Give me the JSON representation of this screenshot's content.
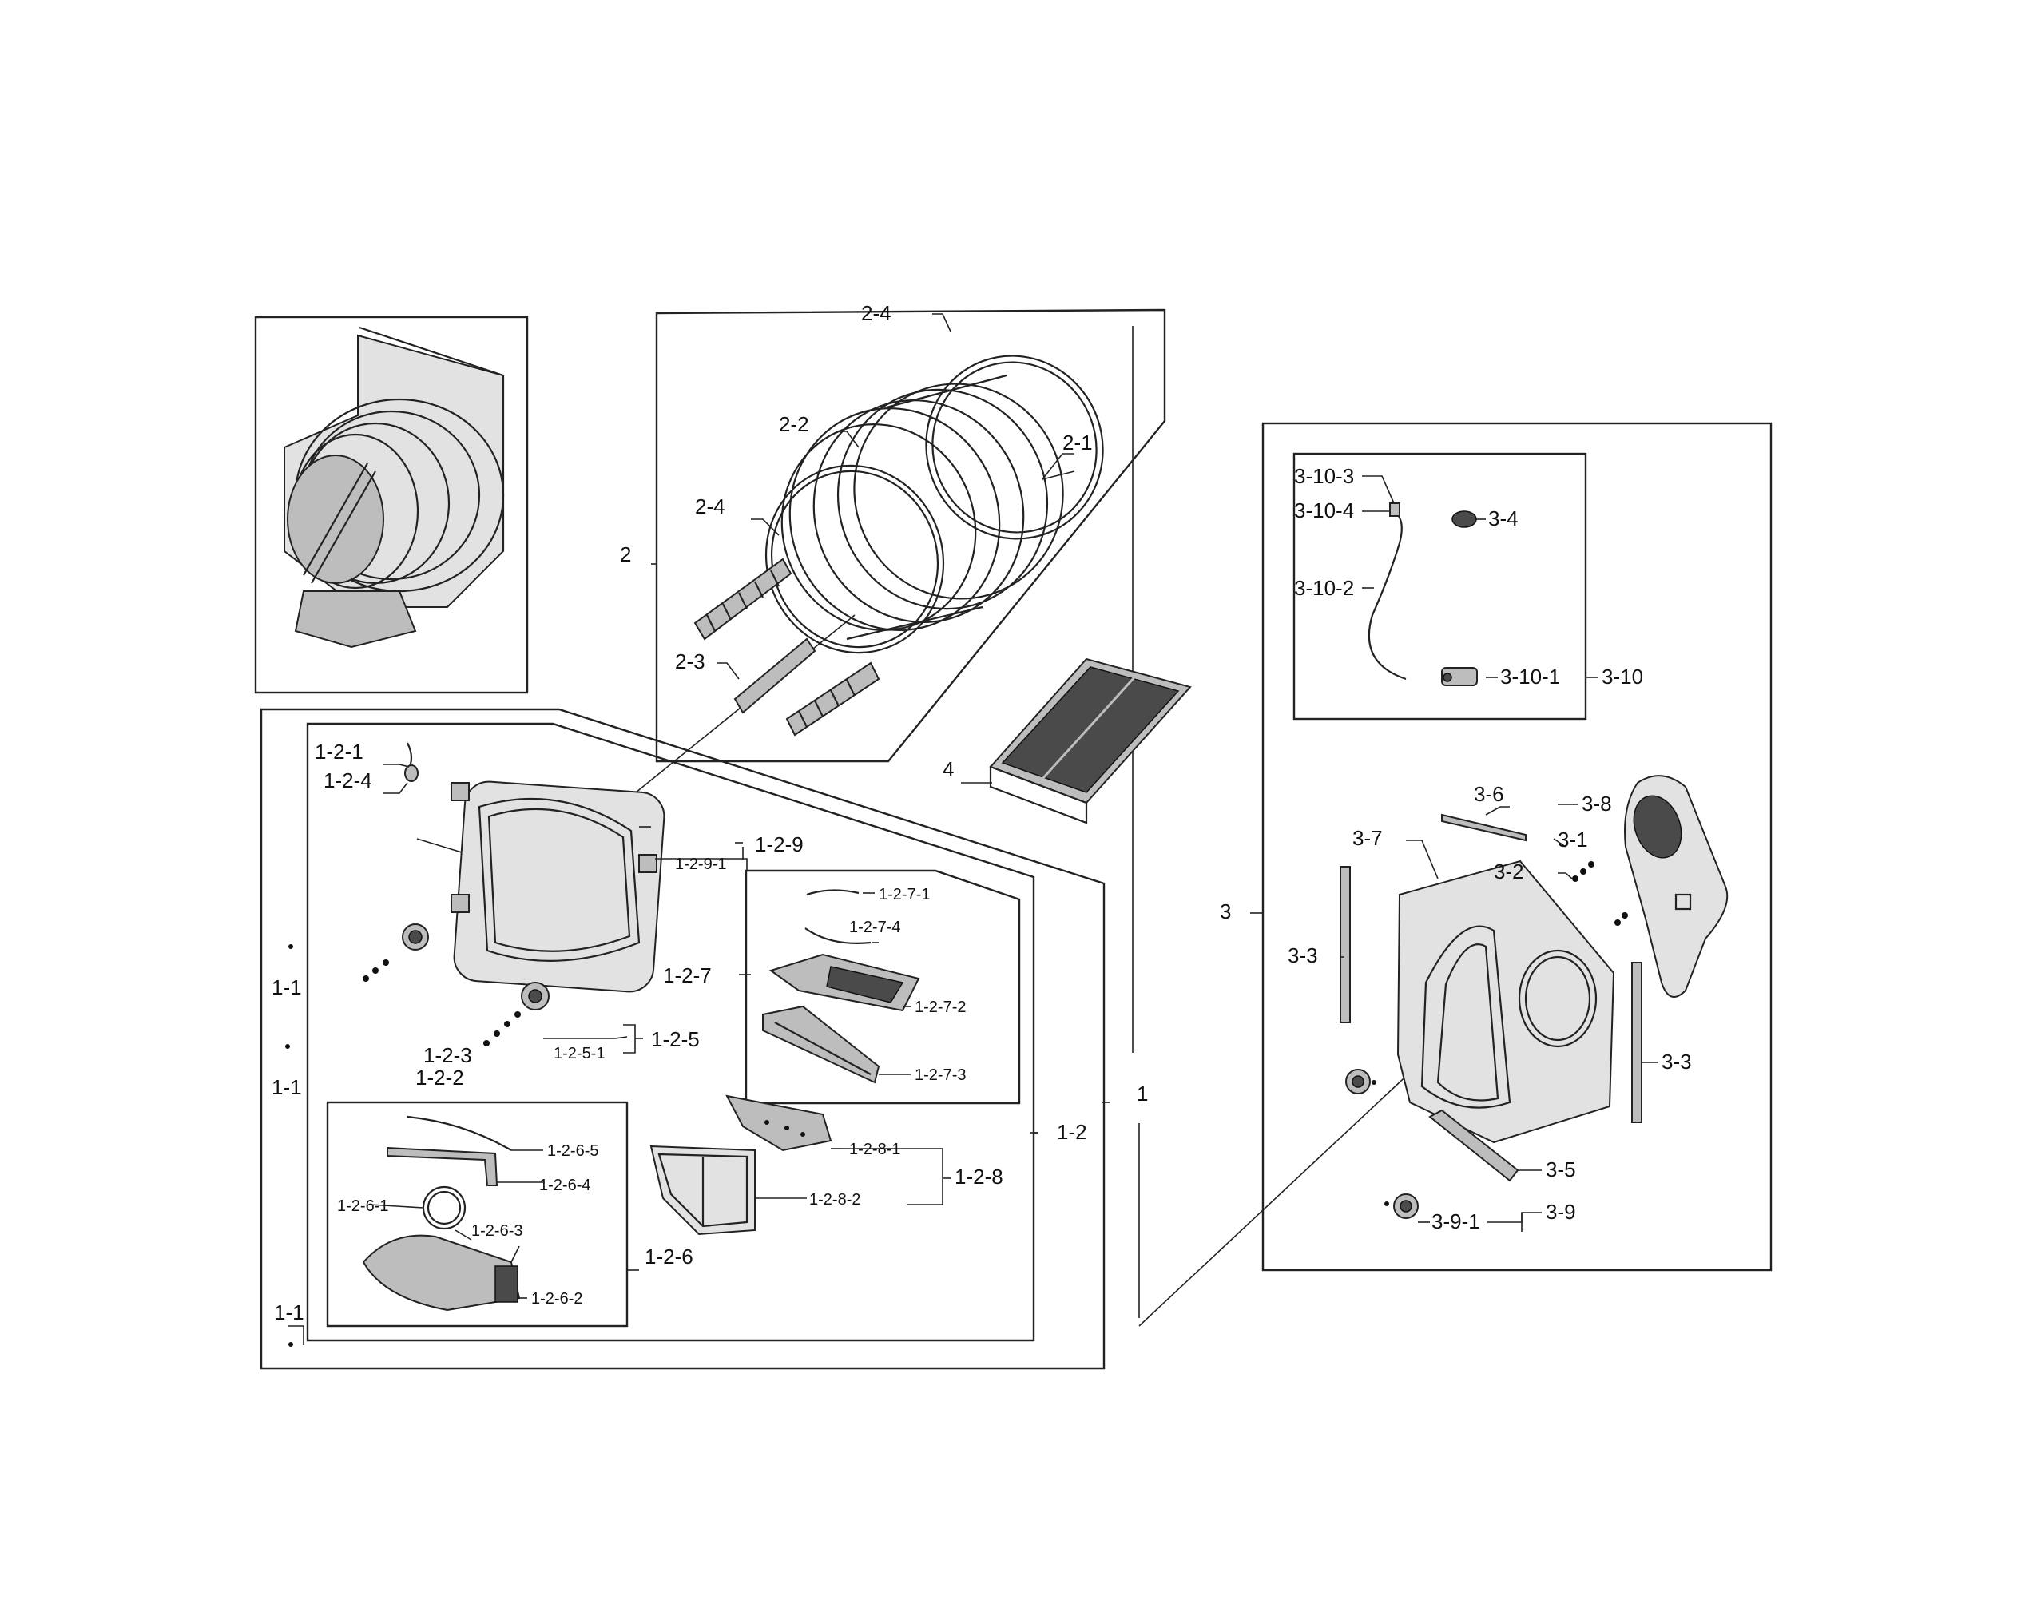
{
  "labels": {
    "p1": "1",
    "p1_1": "1-1",
    "p1_2": "1-2",
    "p1_2_1": "1-2-1",
    "p1_2_2": "1-2-2",
    "p1_2_3": "1-2-3",
    "p1_2_4": "1-2-4",
    "p1_2_5": "1-2-5",
    "p1_2_5_1": "1-2-5-1",
    "p1_2_6": "1-2-6",
    "p1_2_6_1": "1-2-6-1",
    "p1_2_6_2": "1-2-6-2",
    "p1_2_6_3": "1-2-6-3",
    "p1_2_6_4": "1-2-6-4",
    "p1_2_6_5": "1-2-6-5",
    "p1_2_7": "1-2-7",
    "p1_2_7_1": "1-2-7-1",
    "p1_2_7_2": "1-2-7-2",
    "p1_2_7_3": "1-2-7-3",
    "p1_2_7_4": "1-2-7-4",
    "p1_2_8": "1-2-8",
    "p1_2_8_1": "1-2-8-1",
    "p1_2_8_2": "1-2-8-2",
    "p1_2_9": "1-2-9",
    "p1_2_9_1": "1-2-9-1",
    "p2": "2",
    "p2_1": "2-1",
    "p2_2": "2-2",
    "p2_3": "2-3",
    "p2_4": "2-4",
    "p3": "3",
    "p3_1": "3-1",
    "p3_2": "3-2",
    "p3_3": "3-3",
    "p3_4": "3-4",
    "p3_5": "3-5",
    "p3_6": "3-6",
    "p3_7": "3-7",
    "p3_8": "3-8",
    "p3_9": "3-9",
    "p3_9_1": "3-9-1",
    "p3_10": "3-10",
    "p3_10_1": "3-10-1",
    "p3_10_2": "3-10-2",
    "p3_10_3": "3-10-3",
    "p3_10_4": "3-10-4",
    "p4": "4"
  }
}
